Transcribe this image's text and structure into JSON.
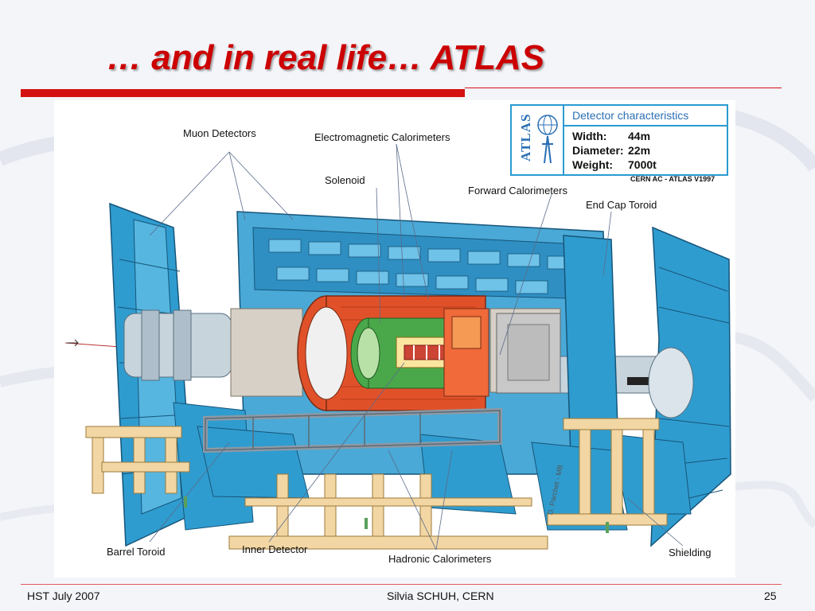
{
  "slide": {
    "title": "… and in real life… ATLAS",
    "page_number": "25"
  },
  "footer": {
    "left": "HST July 2007",
    "center": "Silvia SCHUH, CERN",
    "right": "25"
  },
  "figure": {
    "labels": {
      "muon_detectors": "Muon Detectors",
      "em_calorimeters": "Electromagnetic Calorimeters",
      "solenoid": "Solenoid",
      "forward_calorimeters": "Forward Calorimeters",
      "end_cap_toroid": "End Cap Toroid",
      "barrel_toroid": "Barrel Toroid",
      "inner_detector": "Inner Detector",
      "hadronic_calorimeters": "Hadronic Calorimeters",
      "shielding": "Shielding"
    },
    "characteristics": {
      "logo_text": "ATLAS",
      "title": "Detector characteristics",
      "rows": [
        {
          "key": "Width:",
          "value": "44m"
        },
        {
          "key": "Diameter:",
          "value": "22m"
        },
        {
          "key": "Weight:",
          "value": "7000t"
        }
      ],
      "credit": "CERN AC - ATLAS V1997"
    },
    "signature": "D. Parchet - MB",
    "colors": {
      "toroid_blue": "#2f9ccf",
      "calorimeter_orange": "#e0512a",
      "inner_green": "#4aa84a",
      "support_tan": "#f2d7a4"
    }
  }
}
